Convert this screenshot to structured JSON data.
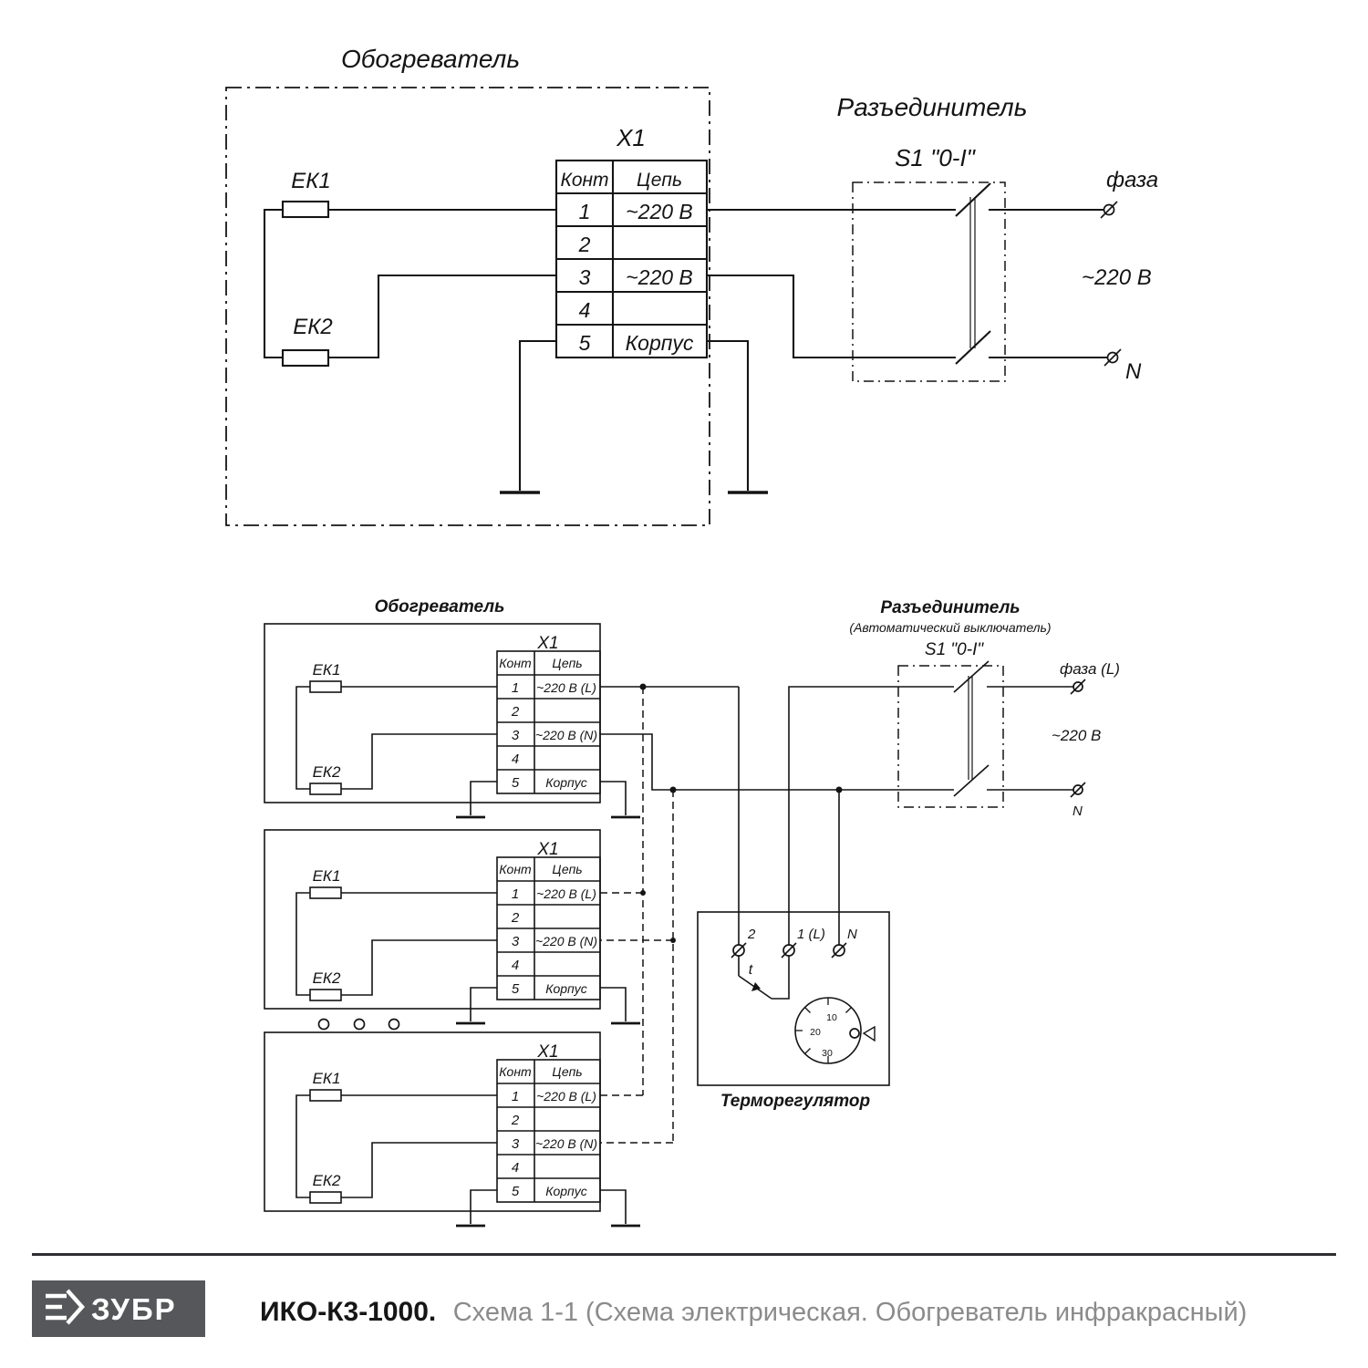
{
  "scheme1": {
    "heater": {
      "title": "Обогреватель",
      "connector_label": "X1",
      "table": {
        "header": {
          "contact": "Конт",
          "circuit": "Цепь"
        },
        "rows": [
          {
            "contact": "1",
            "circuit": "~220 В"
          },
          {
            "contact": "2",
            "circuit": ""
          },
          {
            "contact": "3",
            "circuit": "~220 В"
          },
          {
            "contact": "4",
            "circuit": ""
          },
          {
            "contact": "5",
            "circuit": "Корпус"
          }
        ]
      },
      "ek1": "ЕК1",
      "ek2": "ЕК2"
    },
    "disconnector": {
      "title": "Разъединитель",
      "switch_label": "S1 \"0-I\""
    },
    "mains": {
      "phase": "фаза",
      "voltage": "~220 В",
      "neutral": "N"
    }
  },
  "scheme2": {
    "heater": {
      "title": "Обогреватель",
      "connector_label": "X1",
      "table": {
        "header": {
          "contact": "Конт",
          "circuit": "Цепь"
        },
        "rows": [
          {
            "contact": "1",
            "circuit": "~220 В (L)"
          },
          {
            "contact": "2",
            "circuit": ""
          },
          {
            "contact": "3",
            "circuit": "~220 В (N)"
          },
          {
            "contact": "4",
            "circuit": ""
          },
          {
            "contact": "5",
            "circuit": "Корпус"
          }
        ]
      },
      "ek1": "ЕК1",
      "ek2": "ЕК2"
    },
    "disconnector": {
      "title": "Разъединитель",
      "subtitle": "(Автоматический выключатель)",
      "switch_label": "S1 \"0-I\""
    },
    "mains": {
      "phase": "фаза (L)",
      "voltage": "~220 В",
      "neutral": "N"
    },
    "thermostat": {
      "title": "Терморегулятор",
      "terminals": {
        "t2": "2",
        "t1": "1 (L)",
        "tn": "N"
      },
      "contact_label": "t",
      "dial": {
        "n10": "10",
        "n20": "20",
        "n30": "30"
      }
    }
  },
  "footer": {
    "brand": "ЗУБР",
    "model": "ИКО-К3-1000.",
    "description": "Схема 1-1 (Схема электрическая. Обогреватель инфракрасный)"
  }
}
